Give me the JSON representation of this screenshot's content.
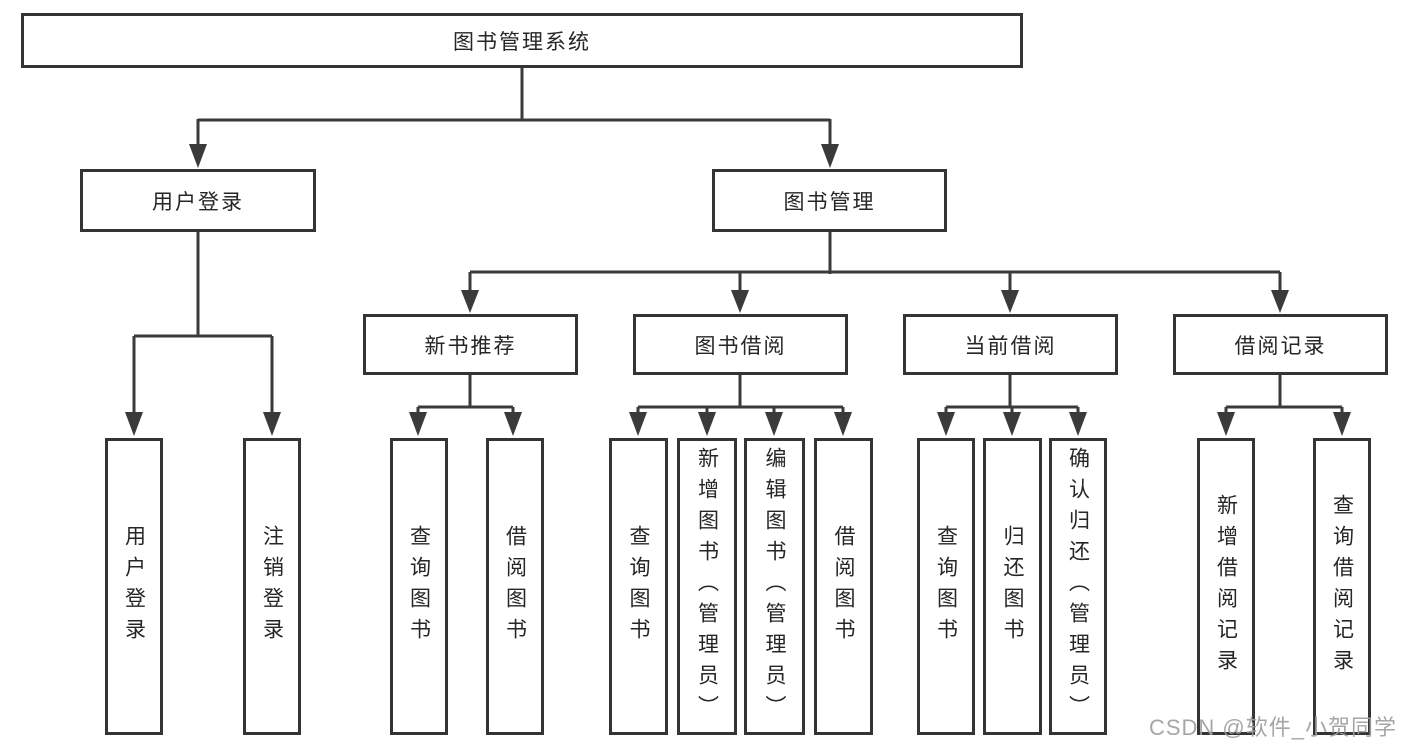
{
  "nodes": {
    "root": {
      "label": "图书管理系统"
    },
    "level2": [
      {
        "label": "用户登录"
      },
      {
        "label": "图书管理"
      }
    ],
    "level3": [
      {
        "label": "新书推荐"
      },
      {
        "label": "图书借阅"
      },
      {
        "label": "当前借阅"
      },
      {
        "label": "借阅记录"
      }
    ],
    "leaves": [
      {
        "label": "用户登录"
      },
      {
        "label": "注销登录"
      },
      {
        "label": "查询图书"
      },
      {
        "label": "借阅图书"
      },
      {
        "label": "查询图书"
      },
      {
        "label": "新增图书（管理员）"
      },
      {
        "label": "编辑图书（管理员）"
      },
      {
        "label": "借阅图书"
      },
      {
        "label": "查询图书"
      },
      {
        "label": "归还图书"
      },
      {
        "label": "确认归还（管理员）"
      },
      {
        "label": "新增借阅记录"
      },
      {
        "label": "查询借阅记录"
      }
    ]
  },
  "hierarchy": {
    "图书管理系统": [
      "用户登录",
      "图书管理"
    ],
    "用户登录": [
      "用户登录",
      "注销登录"
    ],
    "图书管理": [
      "新书推荐",
      "图书借阅",
      "当前借阅",
      "借阅记录"
    ],
    "新书推荐": [
      "查询图书",
      "借阅图书"
    ],
    "图书借阅": [
      "查询图书",
      "新增图书（管理员）",
      "编辑图书（管理员）",
      "借阅图书"
    ],
    "当前借阅": [
      "查询图书",
      "归还图书",
      "确认归还（管理员）"
    ],
    "借阅记录": [
      "新增借阅记录",
      "查询借阅记录"
    ]
  },
  "watermark": {
    "text": "CSDN @软件_小贺同学"
  },
  "colors": {
    "line": "#3a3a3a",
    "box_border": "#343434",
    "text": "#262626",
    "watermark": "#9e9e9e",
    "background": "#ffffff"
  }
}
